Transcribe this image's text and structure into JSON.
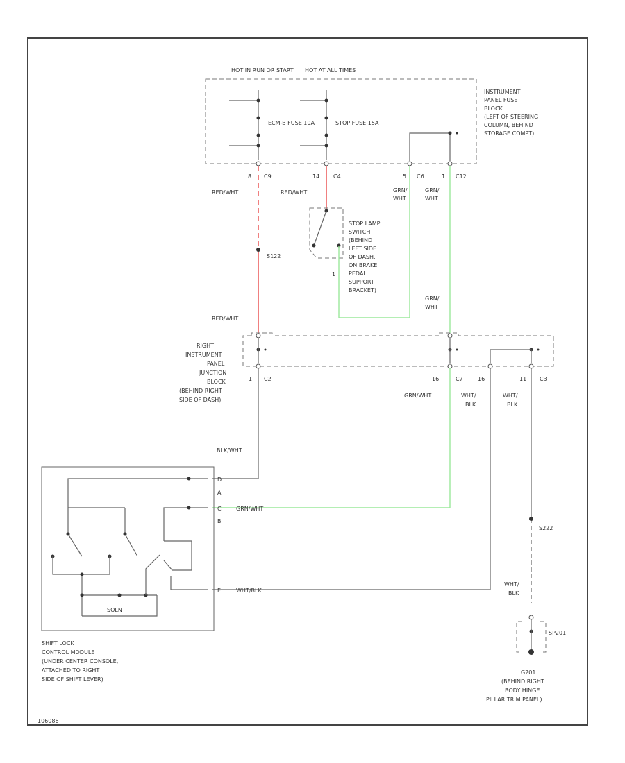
{
  "labels": {
    "hot_run_crank": "HOT IN RUN OR START",
    "hot_at_all": "HOT AT ALL TIMES",
    "fuse_ecm": "ECM-B FUSE 10A",
    "fuse_stop": "STOP FUSE 15A",
    "ip_fuse_block": [
      "INSTRUMENT",
      "PANEL FUSE",
      "BLOCK",
      "(LEFT OF STEERING",
      "COLUMN, BEHIND",
      "STORAGE COMPT)"
    ],
    "c9_pin": "8",
    "c9": "C9",
    "c4_pin": "14",
    "c4": "C4",
    "c6_pin": "5",
    "c6": "C6",
    "c12_pin": "1",
    "c12": "C12",
    "wire_red_wht_1": "RED/WHT",
    "wire_red_wht_2": "RED/WHT",
    "wire_red_wht_3": "RED/WHT",
    "wire_grn_wht_1": [
      "GRN/",
      "WHT"
    ],
    "wire_grn_wht_2": [
      "GRN/",
      "WHT"
    ],
    "wire_grn_wht_3": [
      "GRN/",
      "WHT"
    ],
    "splice_s122": "S122",
    "stop_lamp_switch": [
      "STOP LAMP",
      "SWITCH",
      "(BEHIND",
      "LEFT SIDE",
      "OF DASH,",
      "ON BRAKE",
      "PEDAL",
      "SUPPORT",
      "BRACKET)"
    ],
    "switch_pin": "1",
    "rip_junction_block": [
      "RIGHT",
      "INSTRUMENT",
      "PANEL",
      "JUNCTION",
      "BLOCK",
      "(BEHIND RIGHT",
      "SIDE OF DASH)"
    ],
    "c2_pin": "1",
    "c2": "C2",
    "c7_pin": "16",
    "c7": "C7",
    "c3_pin_a": "16",
    "c3_pin_b": "11",
    "c3": "C3",
    "wire_grn_wht_c7": "GRN/WHT",
    "wire_wht_blk_1": [
      "WHT/",
      "BLK"
    ],
    "wire_wht_blk_2": [
      "WHT/",
      "BLK"
    ],
    "wire_blk_wht": "BLK/WHT",
    "module_pins": [
      "D",
      "A",
      "C",
      "B",
      "E"
    ],
    "wire_grn_wht_module": "GRN/WHT",
    "wire_wht_blk_module": "WHT/BLK",
    "module_inner": "SOLN",
    "shift_lock_module": [
      "SHIFT LOCK",
      "CONTROL MODULE",
      "(UNDER CENTER CONSOLE,",
      "ATTACHED TO RIGHT",
      "SIDE OF SHIFT LEVER)"
    ],
    "splice_s222": "S222",
    "wire_wht_blk_3": [
      "WHT/",
      "BLK"
    ],
    "connector_sp201": "SP201",
    "ground": [
      "G201",
      "(BEHIND RIGHT",
      "BODY HINGE",
      "PILLAR TRIM PANEL)"
    ],
    "figure_id": "106086"
  }
}
